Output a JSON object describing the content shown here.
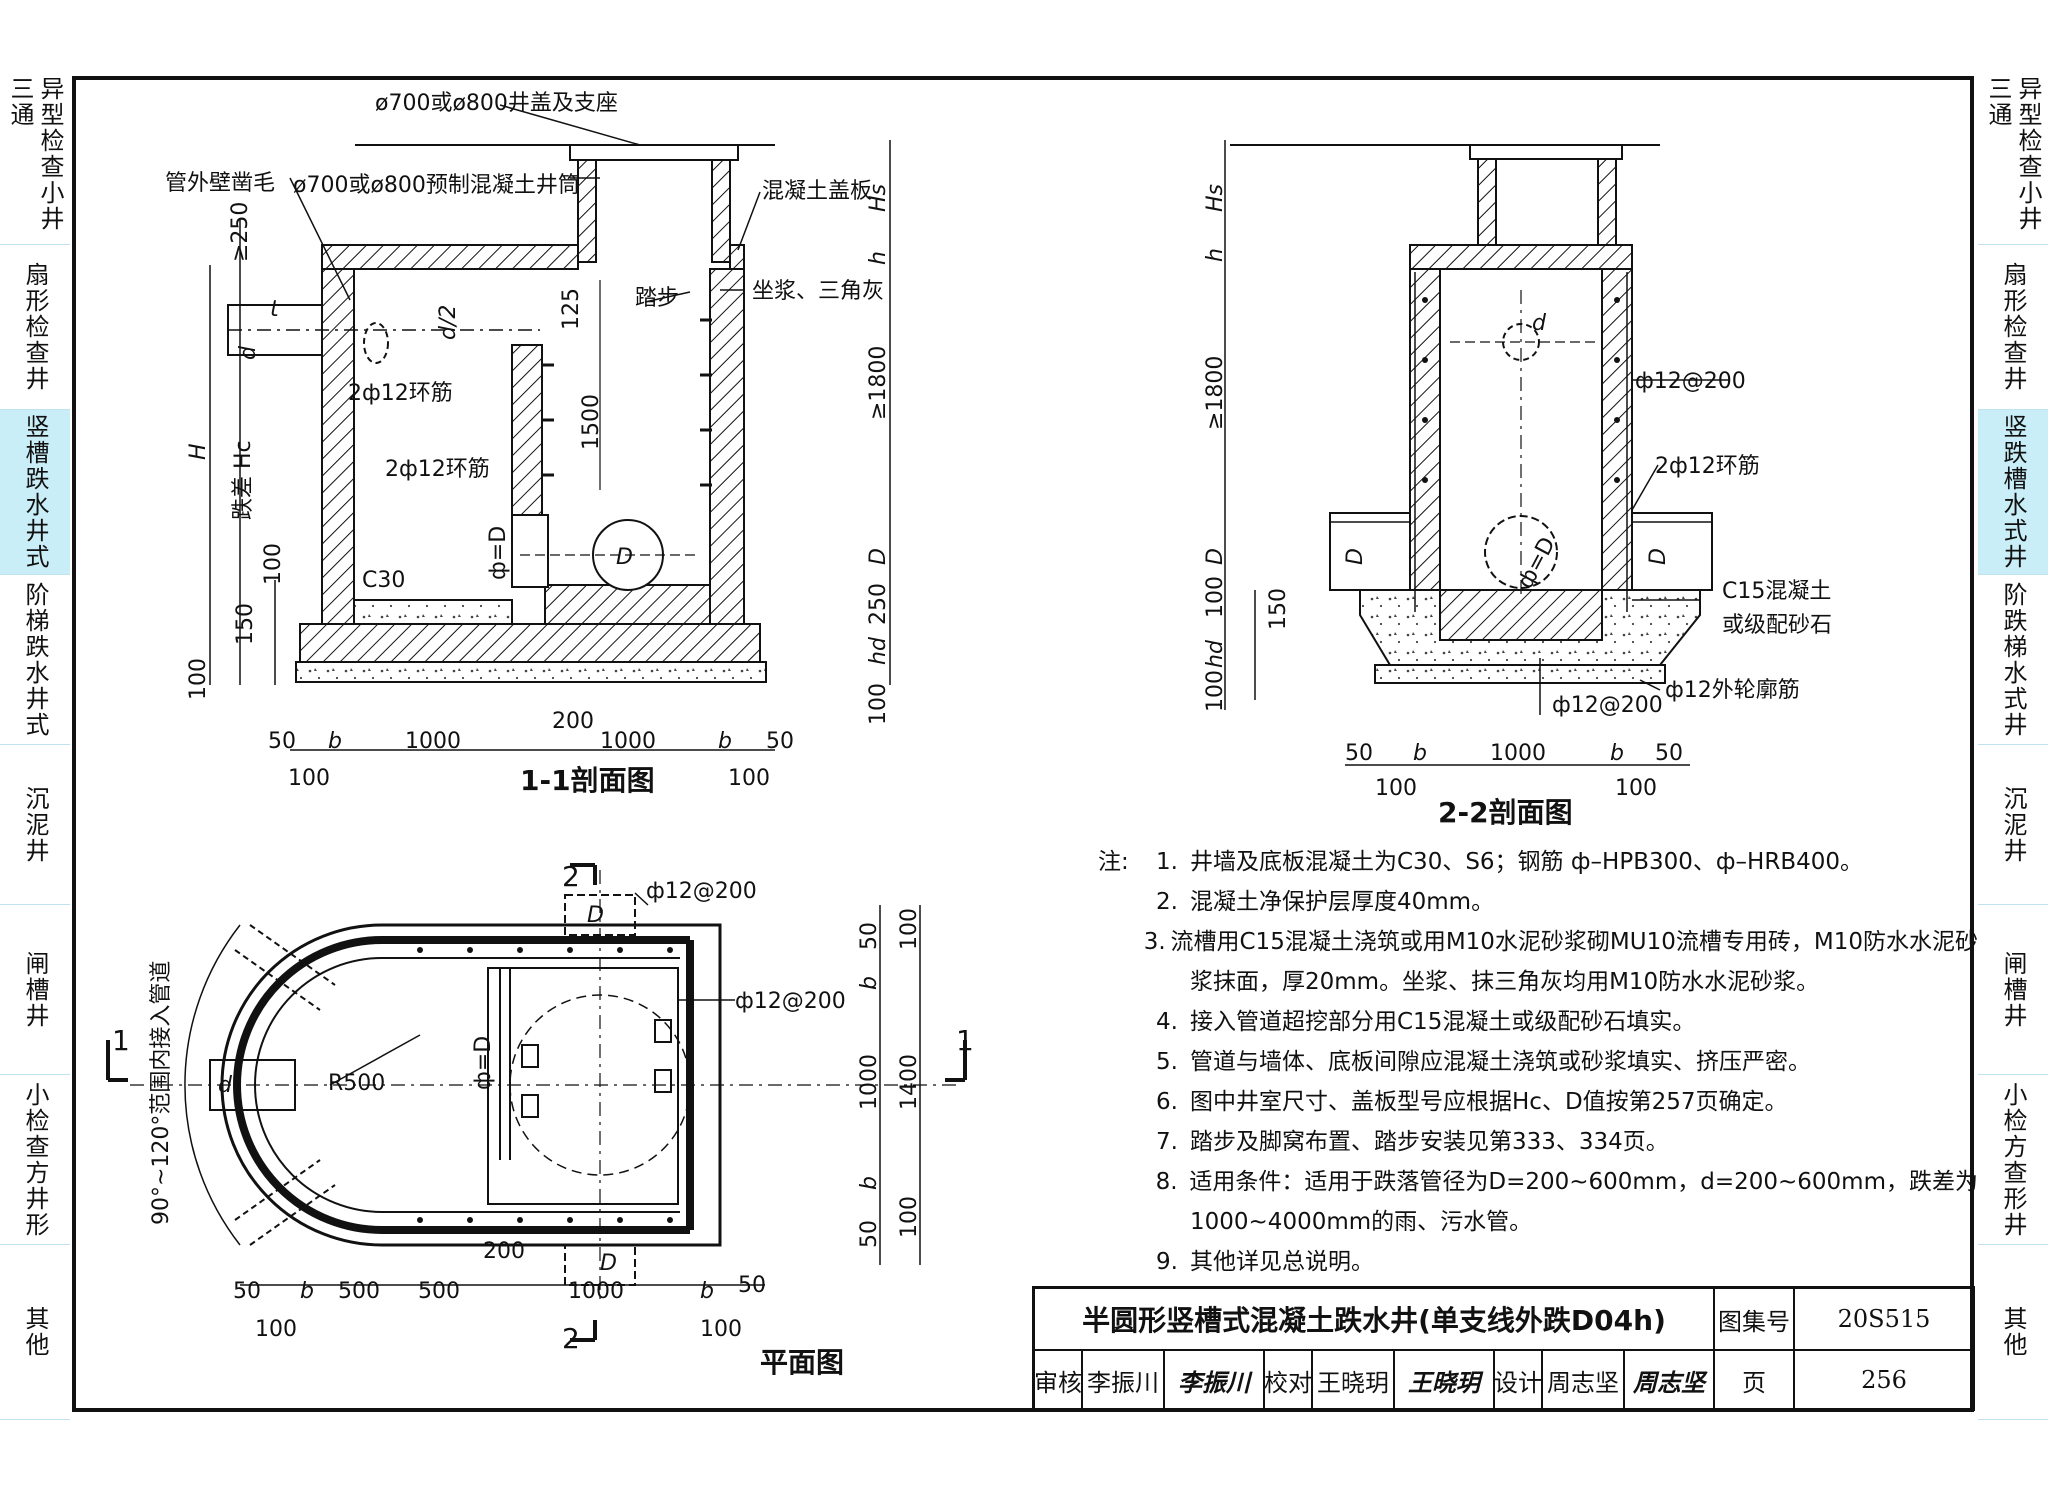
{
  "side_left": [
    {
      "label": "异型检查小井三通",
      "active": false
    },
    {
      "label": "扇形检查井",
      "active": false
    },
    {
      "label": "竖槽跌水井式",
      "active": true
    },
    {
      "label": "阶梯跌水井式",
      "active": false
    },
    {
      "label": "沉泥井",
      "active": false
    },
    {
      "label": "闸槽井",
      "active": false
    },
    {
      "label": "小检查方井形",
      "active": false
    },
    {
      "label": "其他",
      "active": false
    }
  ],
  "side_right": [
    {
      "label": "异型检查小井三通",
      "active": false
    },
    {
      "label": "扇形检查井",
      "active": false
    },
    {
      "label": "竖跌槽水式井",
      "active": true
    },
    {
      "label": "阶跌梯水式井",
      "active": false
    },
    {
      "label": "沉泥井",
      "active": false
    },
    {
      "label": "闸槽井",
      "active": false
    },
    {
      "label": "小检方查形井",
      "active": false
    },
    {
      "label": "其他",
      "active": false
    }
  ],
  "sec11": {
    "title": "1-1剖面图",
    "callouts": {
      "cover": "ø700或ø800井盖及支座",
      "pipe_rough": "管外壁凿毛",
      "shaft": "ø700或ø800预制混凝土井筒",
      "slab": "混凝土盖板",
      "step": "踏步",
      "mortar": "坐浆、三角灰",
      "ring1": "2ф12环筋",
      "ring2": "2ф12环筋",
      "c30": "C30"
    },
    "dims": {
      "ge250": "≥250",
      "t": "t",
      "d": "d",
      "d_half": "d/2",
      "d125": "125",
      "d1500": "1500",
      "Hs": "Hs",
      "h": "h",
      "ge1800": "≥1800",
      "D": "D",
      "d250": "250",
      "hd": "hd",
      "d100": "100",
      "d100b": "100",
      "H": "H",
      "Hc": "跌差 Hc",
      "d150": "150",
      "d100c": "100",
      "phiD": "ф=D",
      "Dcircle": "D"
    },
    "bottom_dims": [
      "50",
      "b",
      "1000",
      "200",
      "1000",
      "b",
      "50"
    ],
    "bottom_dims2": [
      "100",
      "100"
    ]
  },
  "sec22": {
    "title": "2-2剖面图",
    "callouts": {
      "rebar1": "ф12@200",
      "ring": "2ф12环筋",
      "c15": "C15混凝土",
      "c15b": "或级配砂石",
      "outline": "ф12外轮廓筋",
      "rebar2": "ф12@200"
    },
    "dims": {
      "Hs": "Hs",
      "h": "h",
      "ge1800": "≥1800",
      "D": "D",
      "d100": "100",
      "hd": "hd",
      "d100b": "100",
      "d150": "150",
      "d": "d",
      "phiD": "ф=D",
      "Dleft": "D",
      "Dright": "D"
    },
    "bottom_dims": [
      "50",
      "b",
      "1000",
      "b",
      "50"
    ],
    "bottom_dims2": [
      "100",
      "100"
    ]
  },
  "plan": {
    "title": "平面图",
    "cut1": "1",
    "cut2": "2",
    "labels": {
      "rebar_top": "ф12@200",
      "rebar_right": "ф12@200",
      "R": "R500",
      "phiD": "ф=D",
      "d": "d",
      "D_top": "D",
      "D_bottom": "D",
      "range": "90°~120°范围内接入管道"
    },
    "right_dims": [
      "50",
      "100",
      "b",
      "1000",
      "1400",
      "b",
      "50",
      "100"
    ],
    "bottom_dims": [
      "50",
      "b",
      "500",
      "500",
      "200",
      "1000",
      "b",
      "50"
    ],
    "bottom_dims2": [
      "100",
      "100"
    ]
  },
  "notes": {
    "lead": "注:",
    "items": [
      {
        "n": "1.",
        "text": "井墙及底板混凝土为C30、S6；钢筋 ф–HPB300、ф–HRB400。"
      },
      {
        "n": "2.",
        "text": "混凝土净保护层厚度40mm。"
      },
      {
        "n": "3.",
        "text": "流槽用C15混凝土浇筑或用M10水泥砂浆砌MU10流槽专用砖，M10防水水泥砂"
      },
      {
        "n": "",
        "text": "浆抹面，厚20mm。坐浆、抹三角灰均用M10防水水泥砂浆。"
      },
      {
        "n": "4.",
        "text": "接入管道超挖部分用C15混凝土或级配砂石填实。"
      },
      {
        "n": "5.",
        "text": "管道与墙体、底板间隙应混凝土浇筑或砂浆填实、挤压严密。"
      },
      {
        "n": "6.",
        "text": "图中井室尺寸、盖板型号应根据Hc、D值按第257页确定。"
      },
      {
        "n": "7.",
        "text": "踏步及脚窝布置、踏步安装见第333、334页。"
      },
      {
        "n": "8.",
        "text": "适用条件：适用于跌落管径为D=200~600mm，d=200~600mm，跌差为"
      },
      {
        "n": "",
        "text": "1000~4000mm的雨、污水管。"
      },
      {
        "n": "9.",
        "text": "其他详见总说明。"
      }
    ]
  },
  "title_block": {
    "title": "半圆形竖槽式混凝土跌水井(单支线外跌D04h)",
    "atlas_label": "图集号",
    "atlas_no": "20S515",
    "review_label": "审核",
    "reviewer": "李振川",
    "reviewer_sig": "李振川",
    "check_label": "校对",
    "checker": "王晓玥",
    "checker_sig": "王晓玥",
    "design_label": "设计",
    "designer": "周志坚",
    "designer_sig": "周志坚",
    "page_label": "页",
    "page_no": "256"
  }
}
